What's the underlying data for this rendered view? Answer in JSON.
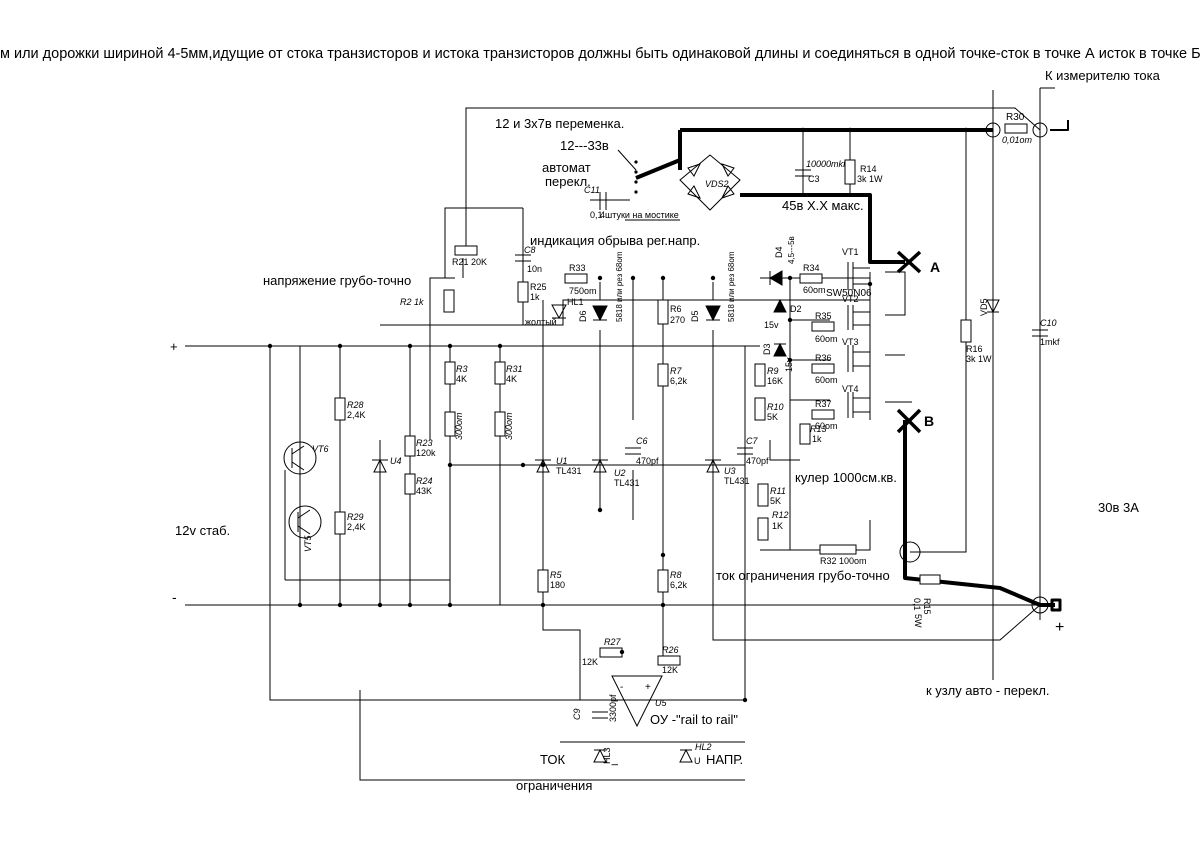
{
  "header_note": "м или дорожки шириной 4-5мм,идущие от стока транзисторов и истока транзисторов должны  быть одинаковой длины и соединяться в одной точке-сток в точке А исток в точке Б.",
  "labels": {
    "to_meter": "К измерителю тока",
    "ac_input": "12 и 3х7в переменка.",
    "range": "12---33в",
    "auto_switch_1": "автомат",
    "auto_switch_2": "перекл.",
    "bridge_note": "4штуки на мостике",
    "open_load_ind": "индикация обрыва рег.напр.",
    "max_voltage": "45в Х.Х макс.",
    "voltage_adj": "напряжение грубо-точно",
    "plus": "+",
    "minus": "-",
    "stab_12v": "12v стаб.",
    "cooler": "кулер 1000см.кв.",
    "current_adj": "ток ограничения грубо-точно",
    "rating": "30в 3А",
    "auto_node": "к узлу авто   -    перекл.",
    "opamp_note": "ОУ -\"rail to rail\"",
    "current_word": "ТОК",
    "limit_word": "ограничения",
    "voltage_word": "НАПР.",
    "point_a": "A",
    "point_b": "B",
    "plus_out": "+"
  },
  "components": {
    "R30": {
      "name": "R30",
      "value": "0,01om"
    },
    "C3": {
      "name": "C3",
      "value": "10000mkf"
    },
    "R14": {
      "name": "R14",
      "value": "3k 1W"
    },
    "VDS": {
      "name": "VDS2"
    },
    "C11": {
      "name": "C11",
      "value": "0,1"
    },
    "R21": {
      "name": "R21 20K"
    },
    "C8": {
      "name": "C8",
      "value": "10n"
    },
    "R2": {
      "name": "R2   1k"
    },
    "R25": {
      "name": "R25",
      "value": "1k"
    },
    "R33": {
      "name": "R33",
      "value": "750om"
    },
    "HL1": {
      "name": "HL1",
      "value": "жолтый"
    },
    "D6": {
      "name": "D6",
      "value": "5818 или рез 68om"
    },
    "D5": {
      "name": "D5",
      "value": "5818 или рез 68om"
    },
    "R6": {
      "name": "R6",
      "value": "270"
    },
    "D4": {
      "name": "D4",
      "value": "4,5---5в"
    },
    "R34": {
      "name": "R34",
      "value": "60om"
    },
    "VT1": {
      "name": "VT1",
      "value": "SW50N06"
    },
    "VT2": {
      "name": "VT2"
    },
    "VT3": {
      "name": "VT3"
    },
    "VT4": {
      "name": "VT4"
    },
    "D2": {
      "name": "D2",
      "value": "15v"
    },
    "D3": {
      "name": "D3",
      "value": "15v"
    },
    "R35": {
      "name": "R35",
      "value": "60om"
    },
    "R36": {
      "name": "R36",
      "value": "60om"
    },
    "R37": {
      "name": "R37",
      "value": "60om"
    },
    "VD5": {
      "name": "VD5"
    },
    "R16": {
      "name": "R16",
      "value": "3k 1W"
    },
    "C10": {
      "name": "C10",
      "value": "1mkf"
    },
    "R28": {
      "name": "R28",
      "value": "2,4K"
    },
    "R29": {
      "name": "R29",
      "value": "2,4K"
    },
    "VT6": {
      "name": "VT6"
    },
    "VT5": {
      "name": "VT5"
    },
    "R3": {
      "name": "R3",
      "value": "4K"
    },
    "R31": {
      "name": "R31",
      "value": "4K"
    },
    "R23": {
      "name": "R23",
      "value": "120k"
    },
    "R24": {
      "name": "R24",
      "value": "43K"
    },
    "P300a": {
      "value": "300om"
    },
    "P300b": {
      "value": "300om"
    },
    "U4": {
      "name": "U4"
    },
    "U1": {
      "name": "U1",
      "value": "TL431"
    },
    "U2": {
      "name": "U2",
      "value": "TL431"
    },
    "U3": {
      "name": "U3",
      "value": "TL431"
    },
    "R7": {
      "name": "R7",
      "value": "6,2k"
    },
    "C6": {
      "name": "C6",
      "value": "470pf"
    },
    "C7": {
      "name": "C7",
      "value": "470pf"
    },
    "R9": {
      "name": "R9",
      "value": "16K"
    },
    "R10": {
      "name": "R10",
      "value": "5K"
    },
    "R13": {
      "name": "R13",
      "value": "1k"
    },
    "R11": {
      "name": "R11",
      "value": "5K"
    },
    "R12": {
      "name": "R12",
      "value": "1K"
    },
    "R32": {
      "name": "R32 100om"
    },
    "R5": {
      "name": "R5",
      "value": "180"
    },
    "R8": {
      "name": "R8",
      "value": "6,2k"
    },
    "R15": {
      "name": "R15",
      "value": "0,1",
      "power": "5W"
    },
    "R27": {
      "name": "R27",
      "value": "12K"
    },
    "R26": {
      "name": "R26",
      "value": "12K"
    },
    "U5": {
      "name": "U5"
    },
    "C9": {
      "name": "C9",
      "value": "3300pf"
    },
    "HL3": {
      "name": "HL3",
      "value": "I"
    },
    "HL2": {
      "name": "HL2",
      "value": "U"
    }
  },
  "colors": {
    "ink": "#000000",
    "paper": "#ffffff",
    "faint": "#777777"
  }
}
